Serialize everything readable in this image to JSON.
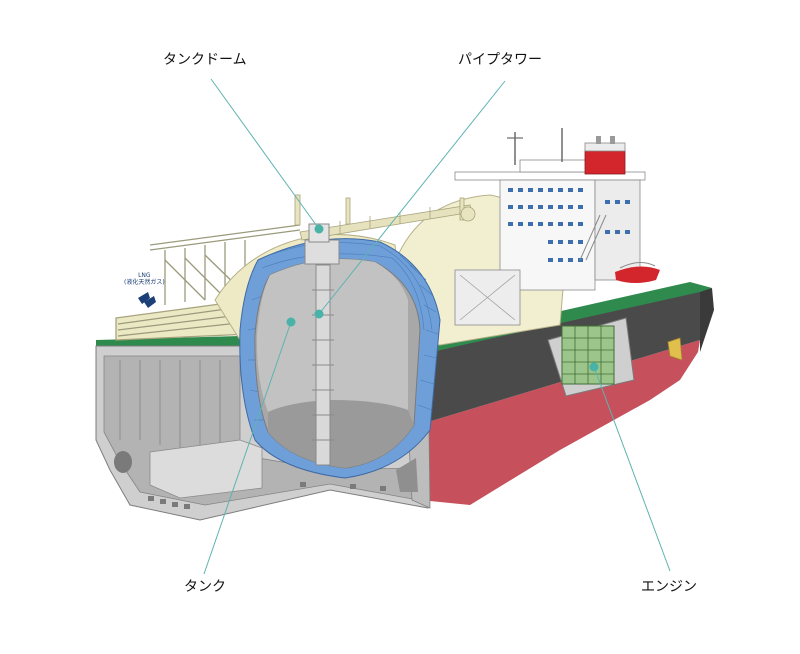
{
  "labels": {
    "tank_dome": "タンクドーム",
    "pipe_tower": "パイプタワー",
    "tank": "タンク",
    "engine": "エンジン"
  },
  "lng": {
    "title": "LNG",
    "subtitle": "(液化天然ガス)"
  },
  "colors": {
    "leader_line": "#5fb3b0",
    "marker": "#49b3a7",
    "hull_red": "#c6505c",
    "hull_dark": "#4a4a4a",
    "deck_green": "#2f8a4e",
    "dome_cream": "#f2efd0",
    "tank_blue": "#6f9fd8",
    "funnel_red": "#d2262c"
  }
}
